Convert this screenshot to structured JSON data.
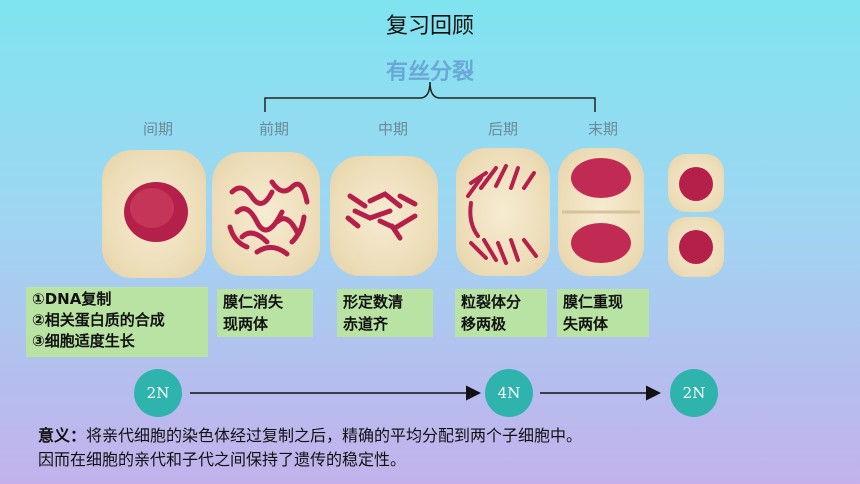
{
  "slide": {
    "title": "复习回顾",
    "subtitle": "有丝分裂"
  },
  "phases": [
    "间期",
    "前期",
    "中期",
    "后期",
    "末期"
  ],
  "notes": {
    "interphase": [
      "①DNA复制",
      "②相关蛋白质的合成",
      "③细胞适度生长"
    ],
    "prophase": [
      "膜仁消失",
      "现两体"
    ],
    "metaphase": [
      "形定数清",
      "赤道齐"
    ],
    "anaphase": [
      "粒裂体分",
      "移两极"
    ],
    "telophase": [
      "膜仁重现",
      "失两体"
    ]
  },
  "chromosome_count": {
    "start": "2N",
    "middle": "4N",
    "end": "2N"
  },
  "significance": {
    "label": "意义：",
    "line1": "将亲代细胞的染色体经过复制之后，精确的平均分配到两个子细胞中。",
    "line2": "因而在细胞的亲代和子代之间保持了遗传的稳定性。"
  },
  "colors": {
    "accent": "#6aa8d8",
    "note_bg": "#b9e3a3",
    "circle": "#2fb3ad",
    "chromatin": "#b5204a"
  }
}
